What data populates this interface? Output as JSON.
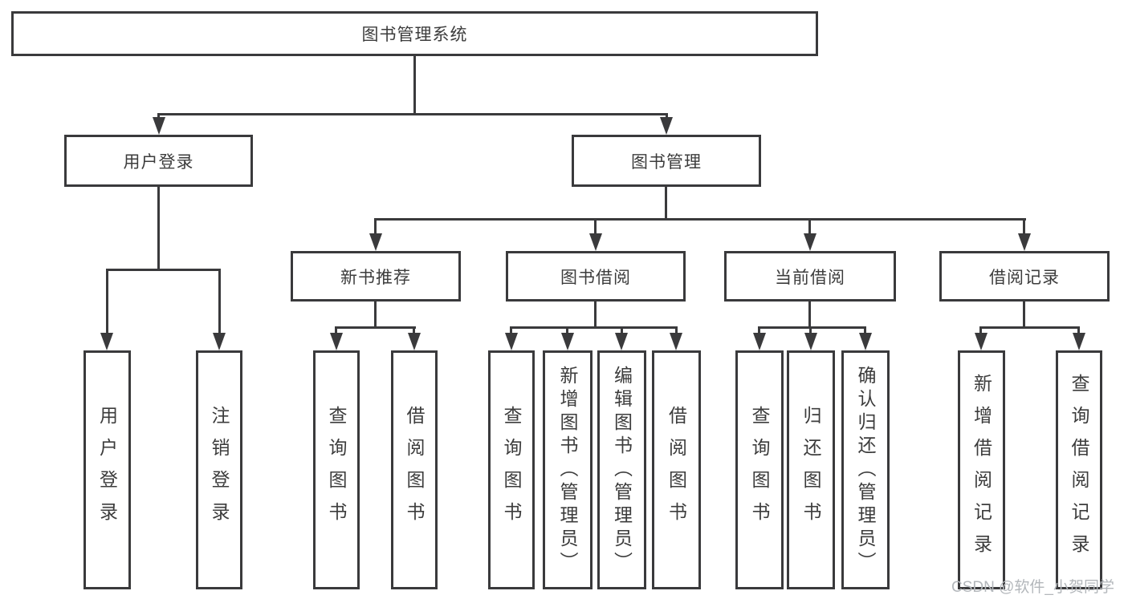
{
  "diagram": {
    "type": "hierarchy-tree",
    "colors": {
      "line": "#3a3a3c",
      "text": "#3c3c3c",
      "box_bg": "#ffffff",
      "watermark": "#b3b7bb"
    },
    "root": {
      "label": "图书管理系统"
    },
    "level2": [
      {
        "label": "用户登录"
      },
      {
        "label": "图书管理"
      }
    ],
    "level3": [
      {
        "label": "新书推荐"
      },
      {
        "label": "图书借阅"
      },
      {
        "label": "当前借阅"
      },
      {
        "label": "借阅记录"
      }
    ],
    "leaves": {
      "user_login": [
        {
          "label": "用户登录"
        },
        {
          "label": "注销登录"
        }
      ],
      "new_book": [
        {
          "label": "查询图书"
        },
        {
          "label": "借阅图书"
        }
      ],
      "book_borrow": [
        {
          "label": "查询图书"
        },
        {
          "label": "新增图书（管理员）"
        },
        {
          "label": "编辑图书（管理员）"
        },
        {
          "label": "借阅图书"
        }
      ],
      "current_borrow": [
        {
          "label": "查询图书"
        },
        {
          "label": "归还图书"
        },
        {
          "label": "确认归还（管理员）"
        }
      ],
      "borrow_records": [
        {
          "label": "新增借阅记录"
        },
        {
          "label": "查询借阅记录"
        }
      ]
    },
    "watermark": "CSDN @软件_小贺同学"
  }
}
